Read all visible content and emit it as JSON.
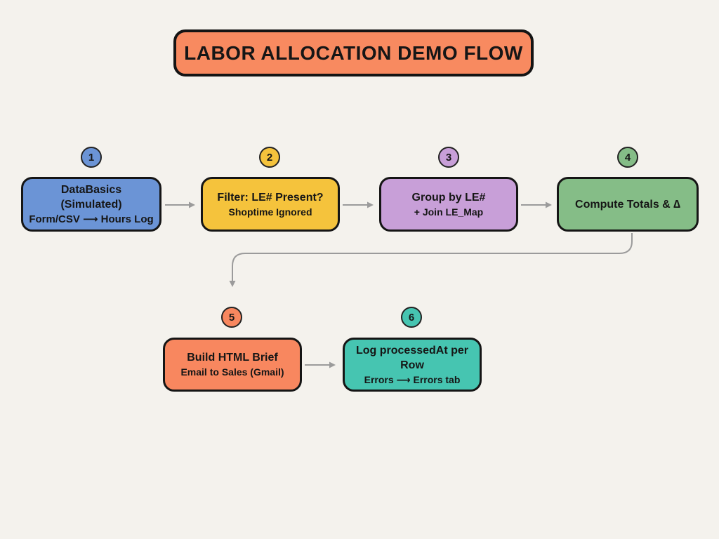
{
  "page": {
    "background": "#f4f2ed"
  },
  "title": {
    "text": "LABOR ALLOCATION DEMO FLOW",
    "fill": "#f88a60"
  },
  "steps": [
    {
      "number": "1",
      "fill": "#6b94d6",
      "lines": [
        "DataBasics",
        "(Simulated)",
        "Form/CSV ⟶ Hours Log"
      ]
    },
    {
      "number": "2",
      "fill": "#f5c33c",
      "lines": [
        "Filter: LE# Present?",
        "Shoptime Ignored"
      ]
    },
    {
      "number": "3",
      "fill": "#c89fd8",
      "lines": [
        "Group by LE#",
        "+ Join LE_Map"
      ]
    },
    {
      "number": "4",
      "fill": "#85bd87",
      "lines": [
        "Compute Totals & ∆"
      ]
    },
    {
      "number": "5",
      "fill": "#f8875f",
      "lines": [
        "Build HTML Brief",
        "Email to Sales (Gmail)"
      ]
    },
    {
      "number": "6",
      "fill": "#46c5b1",
      "lines": [
        "Log processedAt per Row",
        "Errors ⟶ Errors tab"
      ]
    }
  ],
  "colors": {
    "arrow": "#9b9b9b",
    "text": "#161616",
    "border": "#151515"
  }
}
